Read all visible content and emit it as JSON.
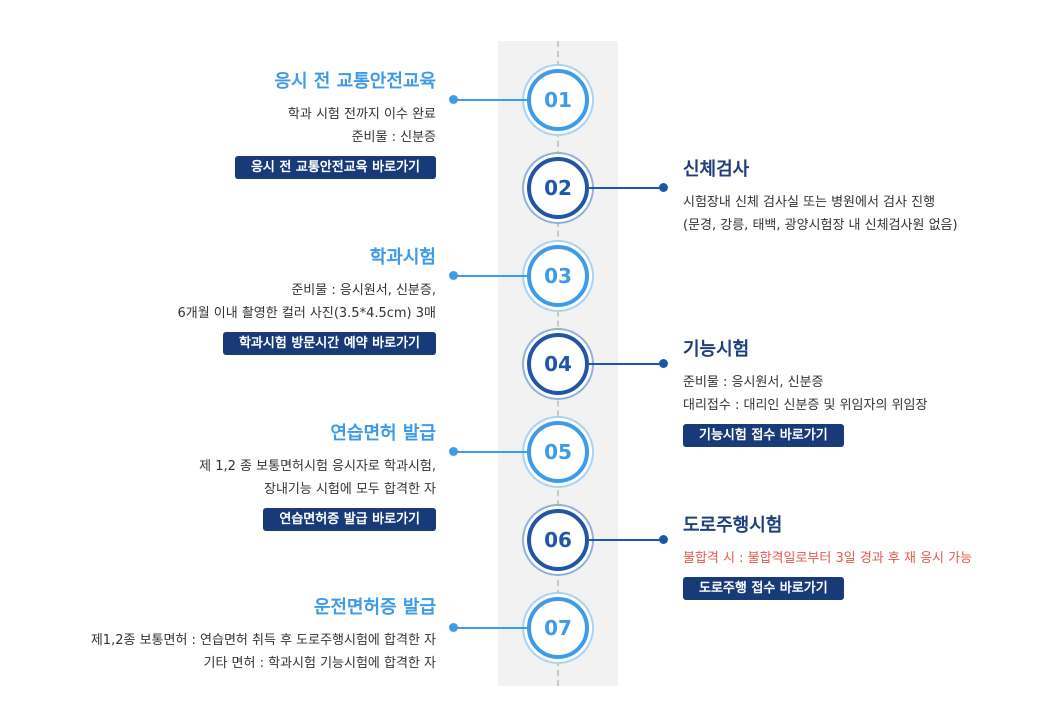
{
  "steps": [
    {
      "num": "01",
      "title": "응시 전 교통안전교육",
      "lines": [
        "학과 시험 전까지 이수 완료",
        "준비물 : 신분증"
      ],
      "button": "응시 전 교통안전교육 바로가기"
    },
    {
      "num": "02",
      "title": "신체검사",
      "lines": [
        "시험장내 신체 검사실 또는 병원에서 검사 진행",
        "(문경, 강릉, 태백, 광양시험장 내 신체검사원 없음)"
      ]
    },
    {
      "num": "03",
      "title": "학과시험",
      "lines": [
        "준비물 : 응시원서, 신분증,",
        "6개월 이내 촬영한 컬러 사진(3.5*4.5cm) 3매"
      ],
      "button": "학과시험 방문시간 예약 바로가기"
    },
    {
      "num": "04",
      "title": "기능시험",
      "lines": [
        "준비물 : 응시원서, 신분증",
        "대리접수 : 대리인 신분증 및 위임자의 위임장"
      ],
      "button": "기능시험 접수 바로가기"
    },
    {
      "num": "05",
      "title": "연습면허 발급",
      "lines": [
        "제 1,2 종 보통면허시험 응시자로 학과시험,",
        "장내기능 시험에 모두 합격한 자"
      ],
      "button": "연습면허증 발급 바로가기"
    },
    {
      "num": "06",
      "title": "도로주행시험",
      "lines": [
        "불합격 시 : 불합격일로부터 3일 경과 후 재 응시 가능"
      ],
      "button": "도로주행 접수 바로가기"
    },
    {
      "num": "07",
      "title": "운전면허증 발급",
      "lines": [
        "제1,2종 보통면허 : 연습면허 취득 후 도로주행시험에 합격한 자",
        "기타 면허 : 학과시험 기능시험에 합격한 자"
      ]
    }
  ],
  "colors": {
    "light_blue": "#3d9be9",
    "dark_blue": "#1f56a8",
    "button_navy": "#183a78",
    "warning_red": "#e5594a"
  }
}
